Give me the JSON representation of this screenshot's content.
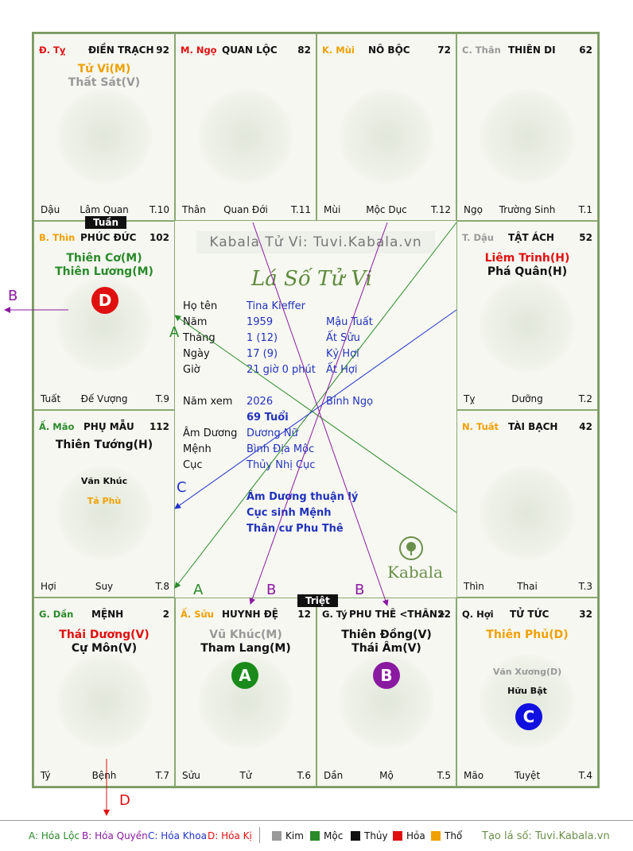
{
  "header": {
    "site_title": "Kabala Tử Vi: Tuvi.Kabala.vn",
    "chart_title": "Lá Số Tử Vi",
    "logo_text": "Kabala"
  },
  "tags": {
    "tuan": "Tuần",
    "triet": "Triệt"
  },
  "cells": {
    "ty_snake": {
      "branch": "Đ. Tỵ",
      "palace": "ĐIỀN TRẠCH",
      "num": "92",
      "stars": [
        "Tử Vi(M)",
        "Thất Sát(V)"
      ],
      "bottom": [
        "Dậu",
        "Lâm Quan",
        "T.10"
      ]
    },
    "ngo": {
      "branch": "M. Ngọ",
      "palace": "QUAN LỘC",
      "num": "82",
      "bottom": [
        "Thân",
        "Quan Đới",
        "T.11"
      ]
    },
    "mui": {
      "branch": "K. Mùi",
      "palace": "NÔ BỘC",
      "num": "72",
      "bottom": [
        "Mùi",
        "Mộc Dục",
        "T.12"
      ]
    },
    "than": {
      "branch": "C. Thân",
      "palace": "THIÊN DI",
      "num": "62",
      "bottom": [
        "Ngọ",
        "Trường Sinh",
        "T.1"
      ]
    },
    "thin": {
      "branch": "B. Thìn",
      "palace": "PHÚC ĐỨC",
      "num": "102",
      "stars": [
        "Thiên Cơ(M)",
        "Thiên Lương(M)"
      ],
      "marker": "D",
      "bottom": [
        "Tuất",
        "Đế Vượng",
        "T.9"
      ]
    },
    "dau": {
      "branch": "T. Dậu",
      "palace": "TẬT ÁCH",
      "num": "52",
      "stars": [
        "Liêm Trinh(H)",
        "Phá Quân(H)"
      ],
      "bottom": [
        "Tỵ",
        "Dưỡng",
        "T.2"
      ]
    },
    "mao": {
      "branch": "Ấ. Mão",
      "palace": "PHỤ MẪU",
      "num": "112",
      "stars": [
        "Thiên Tướng(H)",
        "Văn Khúc",
        "Tả Phù"
      ],
      "bottom": [
        "Hợi",
        "Suy",
        "T.8"
      ]
    },
    "tuat": {
      "branch": "N. Tuất",
      "palace": "TÀI BẠCH",
      "num": "42",
      "bottom": [
        "Thìn",
        "Thai",
        "T.3"
      ]
    },
    "dan": {
      "branch": "G. Dần",
      "palace": "MỆNH",
      "num": "2",
      "stars": [
        "Thái Dương(V)",
        "Cự Môn(V)"
      ],
      "bottom": [
        "Tý",
        "Bệnh",
        "T.7"
      ]
    },
    "suu": {
      "branch": "Ấ. Sửu",
      "palace": "HUYNH ĐỆ",
      "num": "12",
      "stars": [
        "Vũ Khúc(M)",
        "Tham Lang(M)"
      ],
      "marker": "A",
      "bottom": [
        "Sửu",
        "Tử",
        "T.6"
      ]
    },
    "ty_rat": {
      "branch": "G. Tý",
      "palace": "PHU THÊ <THÂN>",
      "num": "22",
      "stars": [
        "Thiên Đồng(V)",
        "Thái Âm(V)"
      ],
      "marker": "B",
      "bottom": [
        "Dần",
        "Mộ",
        "T.5"
      ]
    },
    "hoi": {
      "branch": "Q. Hợi",
      "palace": "TỬ TỨC",
      "num": "32",
      "stars": [
        "Thiên Phủ(D)",
        "Văn Xương(D)",
        "Hữu Bật"
      ],
      "marker": "C",
      "bottom": [
        "Mão",
        "Tuyệt",
        "T.4"
      ]
    }
  },
  "info": {
    "labels": [
      "Họ tên",
      "Năm",
      "Tháng",
      "Ngày",
      "Giờ",
      "Năm xem",
      "Âm Dương",
      "Mệnh",
      "Cục"
    ],
    "ho_ten": "Tina Kieffer",
    "nam": "1959",
    "nam_can_chi": "Mậu Tuất",
    "thang": "1  (12)",
    "thang_can_chi": "Ất Sửu",
    "ngay": "17  (9)",
    "ngay_can_chi": "Kỷ Hợi",
    "gio": "21 giờ 0 phút",
    "gio_can_chi": "Ất Hợi",
    "nam_xem": "2026",
    "nam_xem_can_chi": "Bính Ngọ",
    "tuoi": "69 Tuổi",
    "am_duong": "Dương Nữ",
    "menh": "Bình Địa Mộc",
    "cuc": "Thủy Nhị Cục",
    "notes": [
      "Âm Dương thuận lý",
      "Cục sinh Mệnh",
      "Thân cư Phu Thê"
    ]
  },
  "arrow_labels": [
    "A",
    "A",
    "B",
    "B",
    "B",
    "C",
    "D"
  ],
  "legend": {
    "items": [
      "A: Hóa Lộc",
      "B: Hóa Quyền",
      "C: Hóa Khoa",
      "D: Hóa Kị"
    ],
    "elements": [
      "Kim",
      "Mộc",
      "Thủy",
      "Hỏa",
      "Thổ"
    ],
    "credit": "Tạo lá số: Tuvi.Kabala.vn"
  },
  "colors": {
    "green": "#2a8a2a",
    "purple": "#8a1aa0",
    "blue": "#2233cc",
    "red": "#e01010",
    "orange": "#f0a000",
    "gray": "#999999",
    "black": "#111111"
  }
}
